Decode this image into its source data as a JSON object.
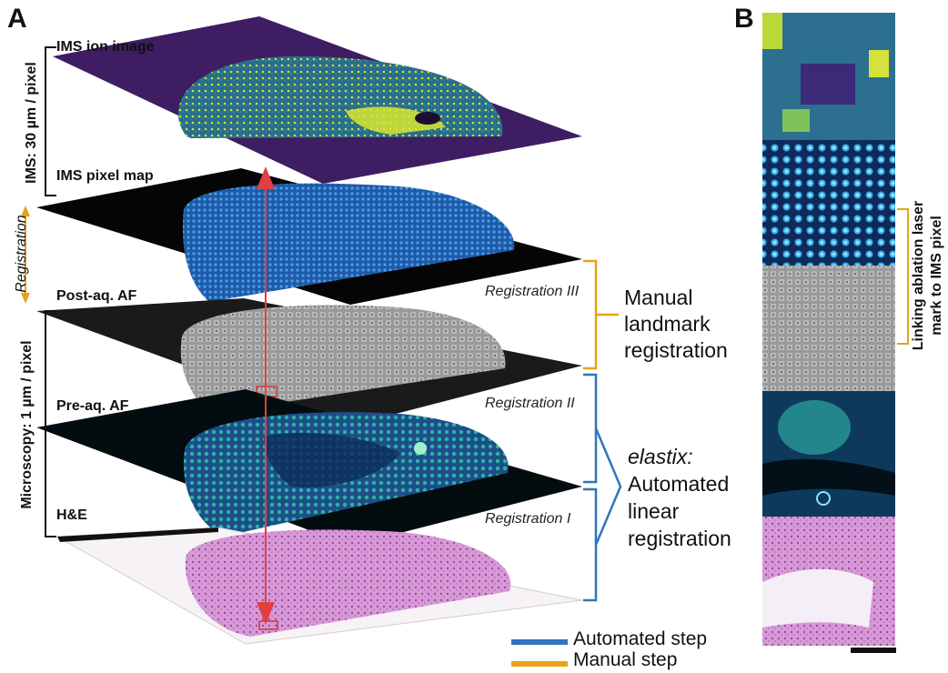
{
  "panels": {
    "a": "A",
    "b": "B"
  },
  "layers": {
    "ims_ion_image": "IMS ion image",
    "ims_pixel_map": "IMS pixel map",
    "post_aq_af": "Post-aq. AF",
    "pre_aq_af": "Pre-aq. AF",
    "he": "H&E"
  },
  "side_labels": {
    "ims": "IMS: 30 µm / pixel",
    "registration": "Registration",
    "microscopy": "Microscopy: 1 µm / pixel"
  },
  "registration_steps": {
    "iii": "Registration III",
    "ii": "Registration II",
    "i": "Registration I"
  },
  "right_labels": {
    "manual": [
      "Manual",
      "landmark",
      "registration"
    ],
    "elastix_title": "elastix:",
    "elastix": [
      "Automated",
      "linear",
      "registration"
    ]
  },
  "panel_b_label": [
    "Linking ablation laser",
    "mark to IMS pixel"
  ],
  "legend": {
    "automated": {
      "label": "Automated step",
      "color": "#2f74c0"
    },
    "manual": {
      "label": "Manual step",
      "color": "#e8a317"
    }
  },
  "colors": {
    "red_arrow": "#e04040",
    "ims_background": "#3f1f63",
    "blue_bracket": "#2f74c0",
    "orange_bracket": "#e8a317"
  }
}
